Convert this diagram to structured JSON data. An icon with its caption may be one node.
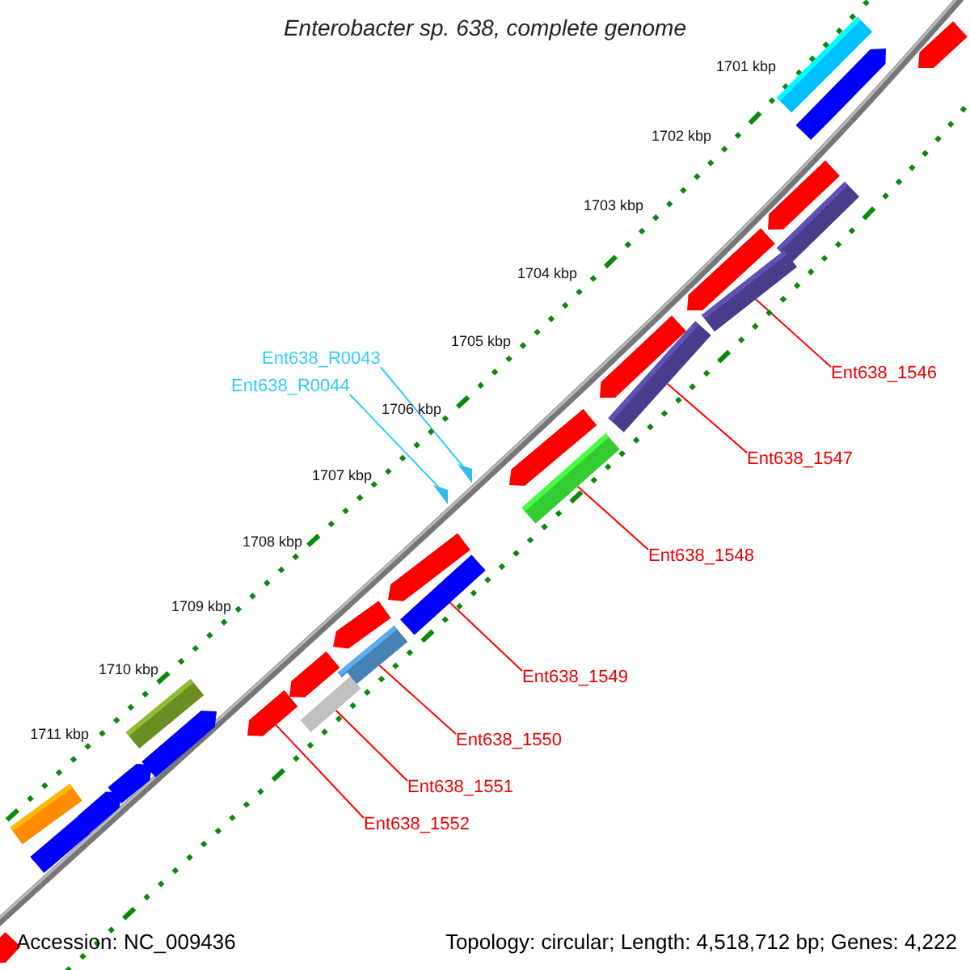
{
  "diagram": {
    "title": "Enterobacter sp. 638, complete genome",
    "nodes": [
      {
        "text": [
          "Ent638_R0043"
        ]
      },
      {
        "text": [
          "Ent638_R0044"
        ]
      },
      {
        "text": [
          "Ent638_1546"
        ]
      },
      {
        "text": [
          "Ent638_1547"
        ]
      },
      {
        "text": [
          "Ent638_1548"
        ]
      },
      {
        "text": [
          "Ent638_1549"
        ]
      },
      {
        "text": [
          "Ent638_1550"
        ]
      },
      {
        "text": [
          "Ent638_1551"
        ]
      },
      {
        "text": [
          "Ent638_1552"
        ]
      },
      {
        "text": [],
        "shape": "bar"
      },
      {
        "text": [],
        "shape": "bar"
      },
      {
        "text": [],
        "shape": "bar"
      },
      {
        "text": [],
        "shape": "bar"
      },
      {
        "text": [],
        "shape": "bar"
      },
      {
        "text": [],
        "shape": "bar"
      },
      {
        "text": [],
        "shape": "bar"
      },
      {
        "text": [],
        "shape": "bar"
      },
      {
        "text": [],
        "shape": "bar"
      },
      {
        "text": [],
        "shape": "triangle"
      },
      {
        "text": [],
        "shape": "bar"
      },
      {
        "text": [],
        "shape": "triangle"
      },
      {
        "text": [],
        "shape": "bar"
      },
      {
        "text": [],
        "shape": "bar"
      },
      {
        "text": [],
        "shape": "bar"
      },
      {
        "text": [],
        "shape": "bar"
      },
      {
        "text": [],
        "shape": "bar"
      },
      {
        "text": [],
        "shape": "bar"
      },
      {
        "text": [],
        "shape": "bar"
      },
      {
        "text": [],
        "shape": "bar"
      },
      {
        "text": [],
        "shape": "bar"
      },
      {
        "text": [],
        "shape": "bar"
      },
      {
        "text": [],
        "shape": "bar"
      },
      {
        "text": [],
        "shape": "bar"
      },
      {
        "text": [],
        "shape": "bar"
      },
      {
        "text": [],
        "shape": "bar"
      },
      {
        "text": [],
        "shape": "bar"
      }
    ],
    "edges": [
      {
        "from": 0,
        "to": 18,
        "arrow": "none",
        "color": "#33ccff"
      },
      {
        "from": 1,
        "to": 20,
        "arrow": "none",
        "color": "#33ccff"
      },
      {
        "from": 2,
        "to": 15,
        "arrow": "none"
      },
      {
        "from": 3,
        "to": 17,
        "arrow": "none"
      },
      {
        "from": 4,
        "to": 21,
        "arrow": "none"
      },
      {
        "from": 5,
        "to": 23,
        "arrow": "none"
      },
      {
        "from": 6,
        "to": 25,
        "arrow": "none"
      },
      {
        "from": 7,
        "to": 28,
        "arrow": "none"
      },
      {
        "from": 8,
        "to": 30,
        "arrow": "none"
      }
    ],
    "labels": [
      "1701 kbp",
      "1702 kbp",
      "1703 kbp",
      "1704 kbp",
      "1705 kbp",
      "1706 kbp",
      "1707 kbp",
      "1708 kbp",
      "1709 kbp",
      "1710 kbp",
      "1711 kbp",
      "Accession: NC_009436",
      "Topology: circular; Length: 4,518,712 bp; Genes: 4,222"
    ]
  }
}
